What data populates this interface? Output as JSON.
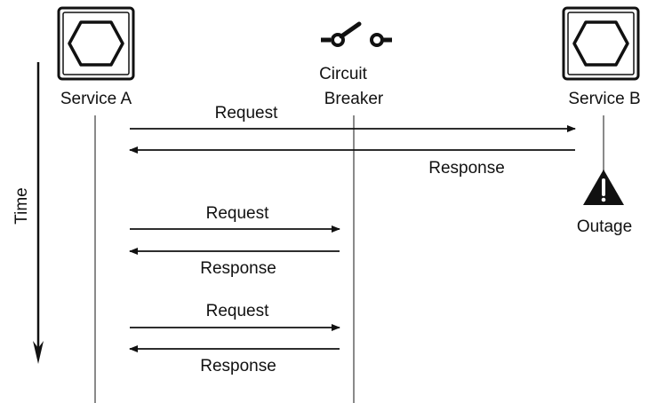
{
  "participants": {
    "service_a": {
      "label": "Service A",
      "icon": "hexagon-service-icon"
    },
    "circuit_breaker": {
      "label_line1": "Circuit",
      "label_line2": "Breaker",
      "icon": "circuit-switch-icon"
    },
    "service_b": {
      "label": "Service B",
      "icon": "hexagon-service-icon"
    }
  },
  "time_axis": {
    "label": "Time",
    "direction": "down"
  },
  "outage": {
    "label": "Outage",
    "icon": "warning-triangle-icon"
  },
  "messages": [
    {
      "label": "Request",
      "from": "service_a",
      "to": "service_b"
    },
    {
      "label": "Response",
      "from": "service_b",
      "to": "service_a"
    },
    {
      "label": "Request",
      "from": "service_a",
      "to": "circuit_breaker"
    },
    {
      "label": "Response",
      "from": "circuit_breaker",
      "to": "service_a"
    },
    {
      "label": "Request",
      "from": "service_a",
      "to": "circuit_breaker"
    },
    {
      "label": "Response",
      "from": "circuit_breaker",
      "to": "service_a"
    }
  ],
  "colors": {
    "ink": "#111111",
    "lifeline": "#8a8a8a",
    "background": "#ffffff"
  }
}
